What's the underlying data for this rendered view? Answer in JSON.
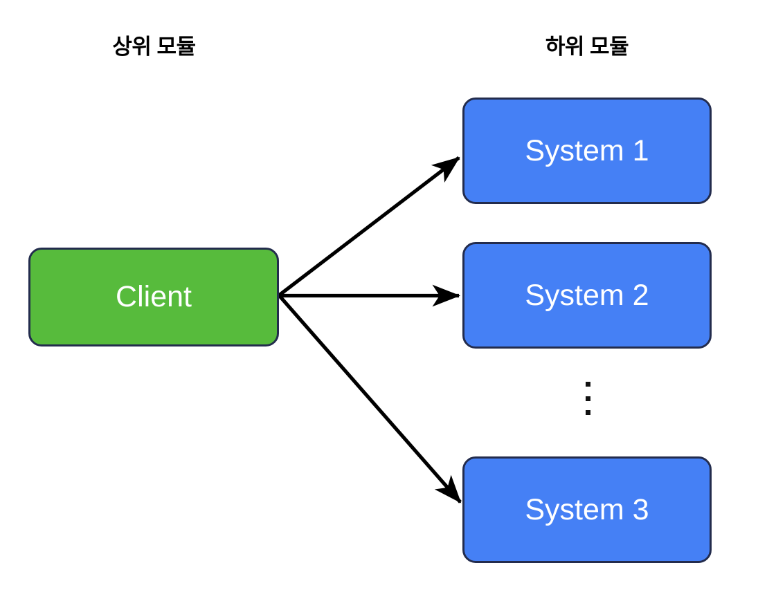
{
  "diagram": {
    "title": "Facade pattern structure diagram",
    "background_color": "#ffffff",
    "headers": {
      "left": "상위 모듈",
      "right": "하위 모듈"
    },
    "nodes": [
      {
        "id": "client",
        "label": "Client",
        "fill": "#57bb3c",
        "text_color": "#ffffff",
        "border_color": "#232c4d"
      },
      {
        "id": "system-1",
        "label": "System 1",
        "fill": "#4580f5",
        "text_color": "#ffffff",
        "border_color": "#232c4d"
      },
      {
        "id": "system-2",
        "label": "System 2",
        "fill": "#4580f5",
        "text_color": "#ffffff",
        "border_color": "#232c4d"
      },
      {
        "id": "system-3",
        "label": "System 3",
        "fill": "#4580f5",
        "text_color": "#ffffff",
        "border_color": "#232c4d"
      }
    ],
    "edges": [
      {
        "id": "client-to-system-1",
        "from": "client",
        "to": "system-1",
        "style": "solid-arrow",
        "color": "#000000"
      },
      {
        "id": "client-to-system-2",
        "from": "client",
        "to": "system-2",
        "style": "solid-arrow",
        "color": "#000000"
      },
      {
        "id": "client-to-system-3",
        "from": "client",
        "to": "system-3",
        "style": "solid-arrow",
        "color": "#000000"
      }
    ],
    "ellipsis": {
      "id": "vertical-ellipsis",
      "glyph": "⋮",
      "meaning": "more systems",
      "dot_count": 3,
      "color": "#111111"
    }
  }
}
